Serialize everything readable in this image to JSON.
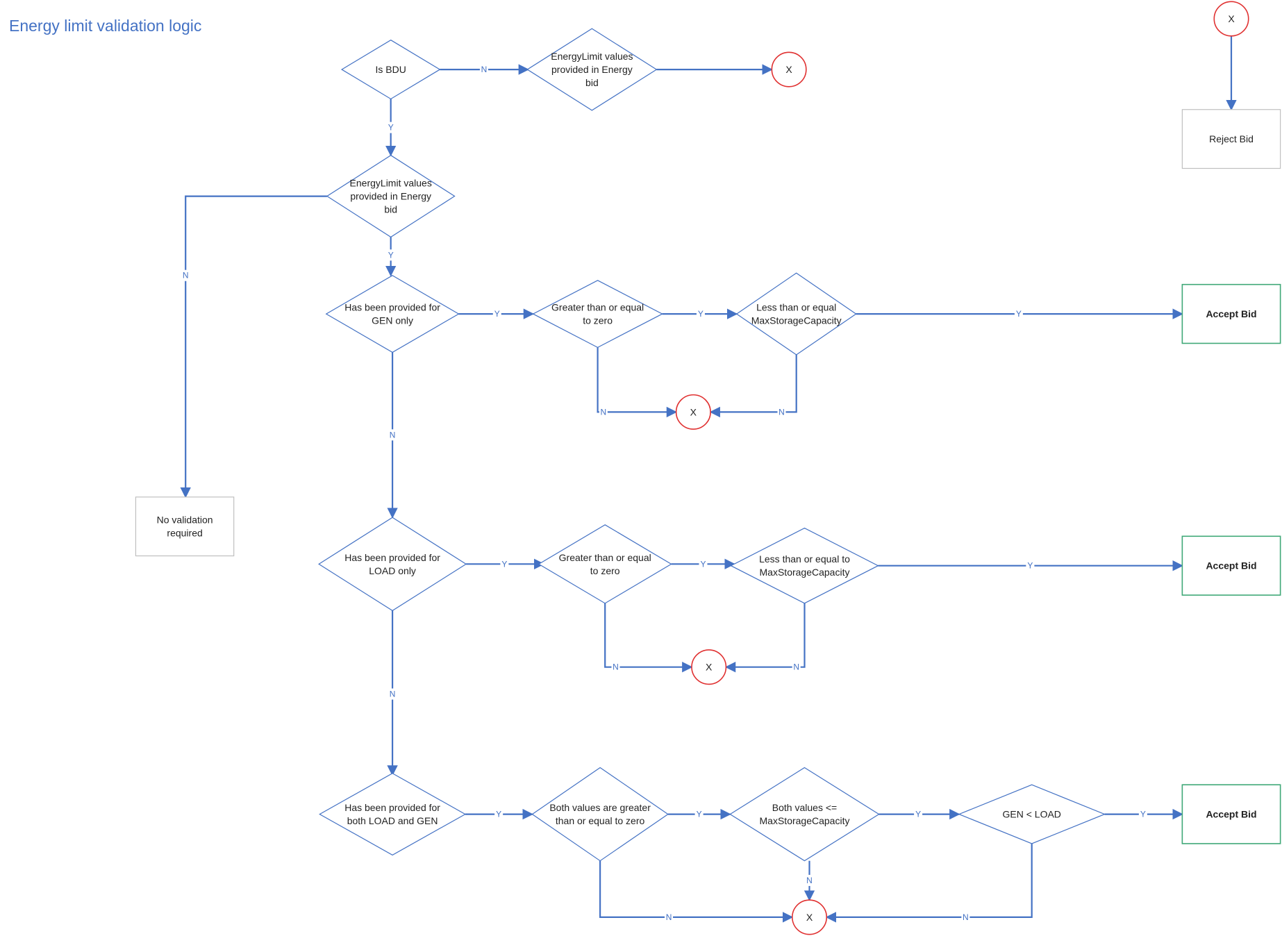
{
  "title": "Energy limit validation logic",
  "colors": {
    "edge": "#4472c4",
    "terminator": "#e03131",
    "accept": "#3fa877",
    "box": "#bfbfbf",
    "title": "#4472c4"
  },
  "nodes": {
    "is_bdu": [
      "Is BDU"
    ],
    "top_energylimit": [
      "EnergyLimit values",
      "provided in Energy",
      "bid"
    ],
    "top_x": [
      "X"
    ],
    "legend_x": [
      "X"
    ],
    "reject_bid": [
      "Reject Bid"
    ],
    "energylimit": [
      "EnergyLimit values",
      "provided in Energy",
      "bid"
    ],
    "no_validation": [
      "No validation",
      "required"
    ],
    "gen_only": [
      "Has been provided for",
      "GEN only"
    ],
    "gen_gte_zero": [
      "Greater than or equal",
      "to zero"
    ],
    "gen_lte_max": [
      "Less than or equal",
      "MaxStorageCapacity"
    ],
    "accept_gen": [
      "Accept Bid"
    ],
    "gen_x": [
      "X"
    ],
    "load_only": [
      "Has been provided for",
      "LOAD only"
    ],
    "load_gte_zero": [
      "Greater than or equal",
      "to zero"
    ],
    "load_lte_max": [
      "Less than or equal to",
      "MaxStorageCapacity"
    ],
    "accept_load": [
      "Accept Bid"
    ],
    "load_x": [
      "X"
    ],
    "both": [
      "Has been provided for",
      "both LOAD and GEN"
    ],
    "both_gte_zero": [
      "Both values are greater",
      "than or equal to zero"
    ],
    "both_lte_max": [
      "Both values <=",
      "MaxStorageCapacity"
    ],
    "gen_lt_load": [
      "GEN < LOAD"
    ],
    "accept_both": [
      "Accept Bid"
    ],
    "both_x": [
      "X"
    ]
  },
  "edge_labels": {
    "bdu_n": "N",
    "bdu_y": "Y",
    "el_n": "N",
    "el_y": "Y",
    "gen_y": "Y",
    "gen_n": "N",
    "gen_gte_y": "Y",
    "gen_gte_n": "N",
    "gen_lte_y": "Y",
    "gen_lte_n": "N",
    "load_y": "Y",
    "load_n": "N",
    "load_gte_y": "Y",
    "load_gte_n": "N",
    "load_lte_y": "Y",
    "load_lte_n": "N",
    "both_y": "Y",
    "both_gte_y": "Y",
    "both_gte_n": "N",
    "both_lte_y": "Y",
    "both_lte_n": "N",
    "genload_y": "Y",
    "genload_n": "N"
  }
}
